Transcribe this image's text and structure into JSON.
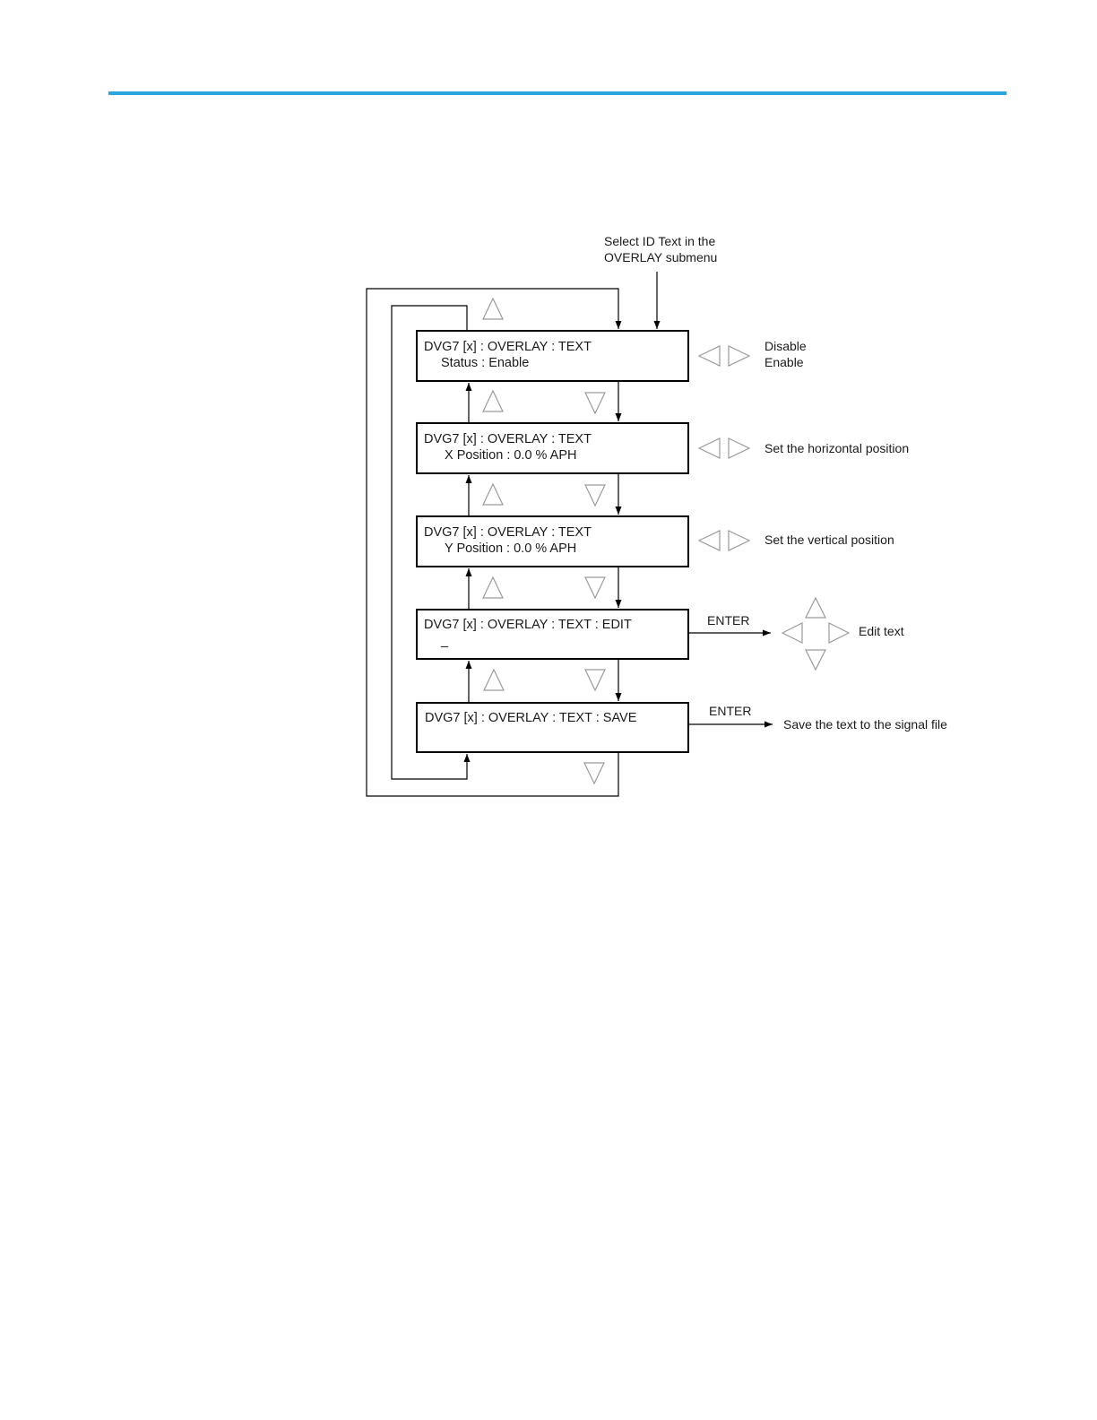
{
  "intro_label": [
    "Select ID Text in the",
    "OVERLAY submenu"
  ],
  "menus": [
    {
      "title": "DVG7 [x] : OVERLAY : TEXT",
      "value": "Status :  Enable"
    },
    {
      "title": "DVG7 [x] : OVERLAY : TEXT",
      "value": "X Position : 0.0 % APH"
    },
    {
      "title": "DVG7 [x] : OVERLAY : TEXT",
      "value": "Y Position : 0.0 % APH"
    },
    {
      "title": "DVG7 [x] : OVERLAY : TEXT : EDIT",
      "value": "_"
    },
    {
      "title": "DVG7 [x] : OVERLAY : TEXT : SAVE",
      "value": ""
    }
  ],
  "actions": {
    "status_options": [
      "Disable",
      "Enable"
    ],
    "x_position": "Set the horizontal position",
    "y_position": "Set the vertical position",
    "enter_label": "ENTER",
    "edit": "Edit text",
    "save": "Save the text to the signal file"
  },
  "icons": {
    "up": "up-arrow-button-icon",
    "down": "down-arrow-button-icon",
    "left": "left-arrow-button-icon",
    "right": "right-arrow-button-icon"
  },
  "colors": {
    "header_rule": "#2aa7df"
  }
}
